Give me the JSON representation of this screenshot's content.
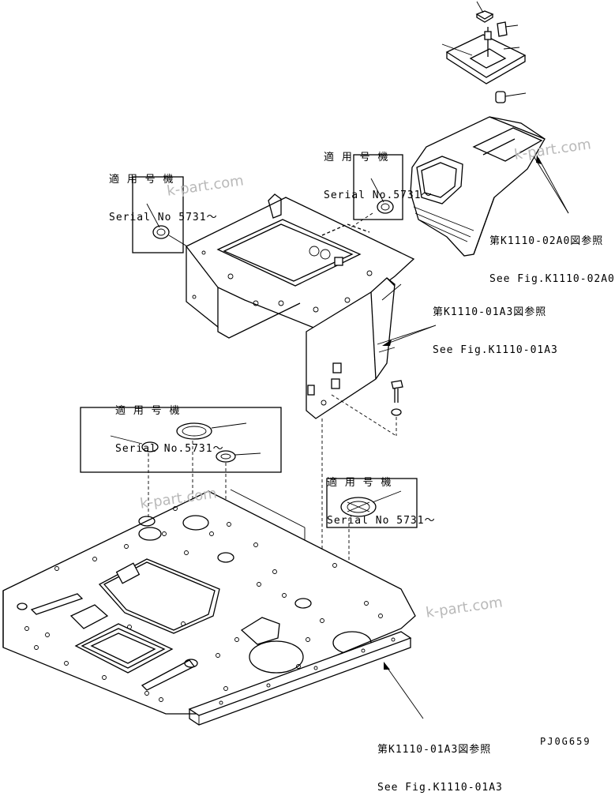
{
  "callouts": {
    "serial_top_left": {
      "title": "適 用 号 機",
      "serial": "Serial No 5731～"
    },
    "serial_top_center": {
      "title": "適 用 号 機",
      "serial": "Serial No.5731～"
    },
    "serial_mid_left": {
      "title": "適 用 号 機",
      "serial": "Serial No.5731～"
    },
    "serial_mid_right": {
      "title": "適 用 号 機",
      "serial": "Serial No 5731～"
    }
  },
  "references": {
    "console_ref": {
      "jp": "第K1110-02A0図参照",
      "en": "See Fig.K1110-02A0"
    },
    "frame_ref": {
      "jp": "第K1110-01A3図参照",
      "en": "See Fig.K1110-01A3"
    },
    "floor_ref": {
      "jp": "第K1110-01A3図参照",
      "en": "See Fig.K1110-01A3"
    }
  },
  "watermarks": [
    "k-part.com",
    "k-part.com",
    "k-part.com",
    "k-part.com"
  ],
  "drawing_code": "PJ0G659"
}
